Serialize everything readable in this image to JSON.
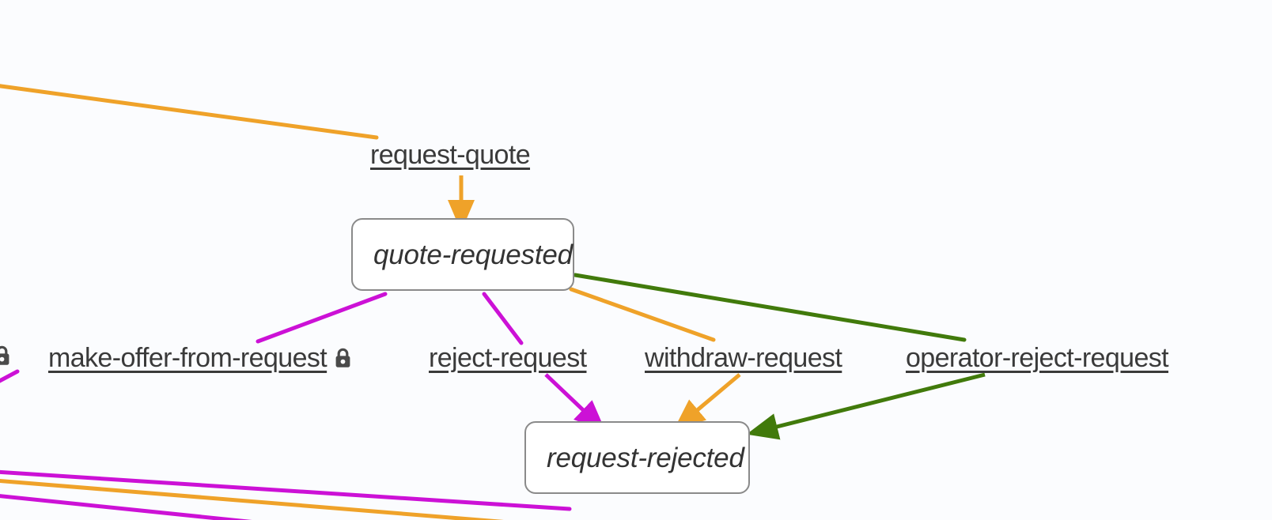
{
  "diagram": {
    "type": "state-machine-graph",
    "background_color": "#fbfcfe",
    "colors": {
      "edge_orange": "#efa229",
      "edge_green": "#417a0b",
      "edge_magenta": "#cc11d6",
      "node_border": "#8a8a8a",
      "node_fill": "#ffffff",
      "text": "#3a3a3a",
      "lock": "#4a4a4a"
    },
    "states": [
      {
        "id": "quote-requested",
        "label": "quote-requested"
      },
      {
        "id": "request-rejected",
        "label": "request-rejected"
      }
    ],
    "events": [
      {
        "id": "request-quote",
        "label": "request-quote",
        "locked": false
      },
      {
        "id": "clipped-left",
        "label": "",
        "locked": true
      },
      {
        "id": "make-offer-from-request",
        "label": "make-offer-from-request",
        "locked": true
      },
      {
        "id": "reject-request",
        "label": "reject-request",
        "locked": false
      },
      {
        "id": "withdraw-request",
        "label": "withdraw-request",
        "locked": false
      },
      {
        "id": "operator-reject-request",
        "label": "operator-reject-request",
        "locked": false
      }
    ],
    "transitions": [
      {
        "from": "request-quote",
        "to": "quote-requested",
        "color": "#efa229",
        "arrow": true
      },
      {
        "from": "offscreen-left",
        "to": "request-quote",
        "color": "#efa229",
        "arrow": false
      },
      {
        "from": "quote-requested",
        "to": "make-offer-from-request",
        "color": "#cc11d6",
        "arrow": false
      },
      {
        "from": "quote-requested",
        "to": "reject-request",
        "color": "#cc11d6",
        "arrow": false
      },
      {
        "from": "reject-request",
        "to": "request-rejected",
        "color": "#cc11d6",
        "arrow": true
      },
      {
        "from": "quote-requested",
        "to": "withdraw-request",
        "color": "#efa229",
        "arrow": false
      },
      {
        "from": "withdraw-request",
        "to": "request-rejected",
        "color": "#efa229",
        "arrow": true
      },
      {
        "from": "quote-requested",
        "to": "operator-reject-request",
        "color": "#417a0b",
        "arrow": false
      },
      {
        "from": "operator-reject-request",
        "to": "request-rejected",
        "color": "#417a0b",
        "arrow": true
      },
      {
        "from": "clipped-left",
        "to": "offscreen-bottom-left",
        "color": "#cc11d6",
        "arrow": false
      },
      {
        "from": "offscreen-a",
        "to": "offscreen-b",
        "color": "#cc11d6",
        "arrow": false
      },
      {
        "from": "offscreen-c",
        "to": "offscreen-d",
        "color": "#efa229",
        "arrow": false
      },
      {
        "from": "offscreen-e",
        "to": "offscreen-f",
        "color": "#cc11d6",
        "arrow": false
      }
    ]
  }
}
